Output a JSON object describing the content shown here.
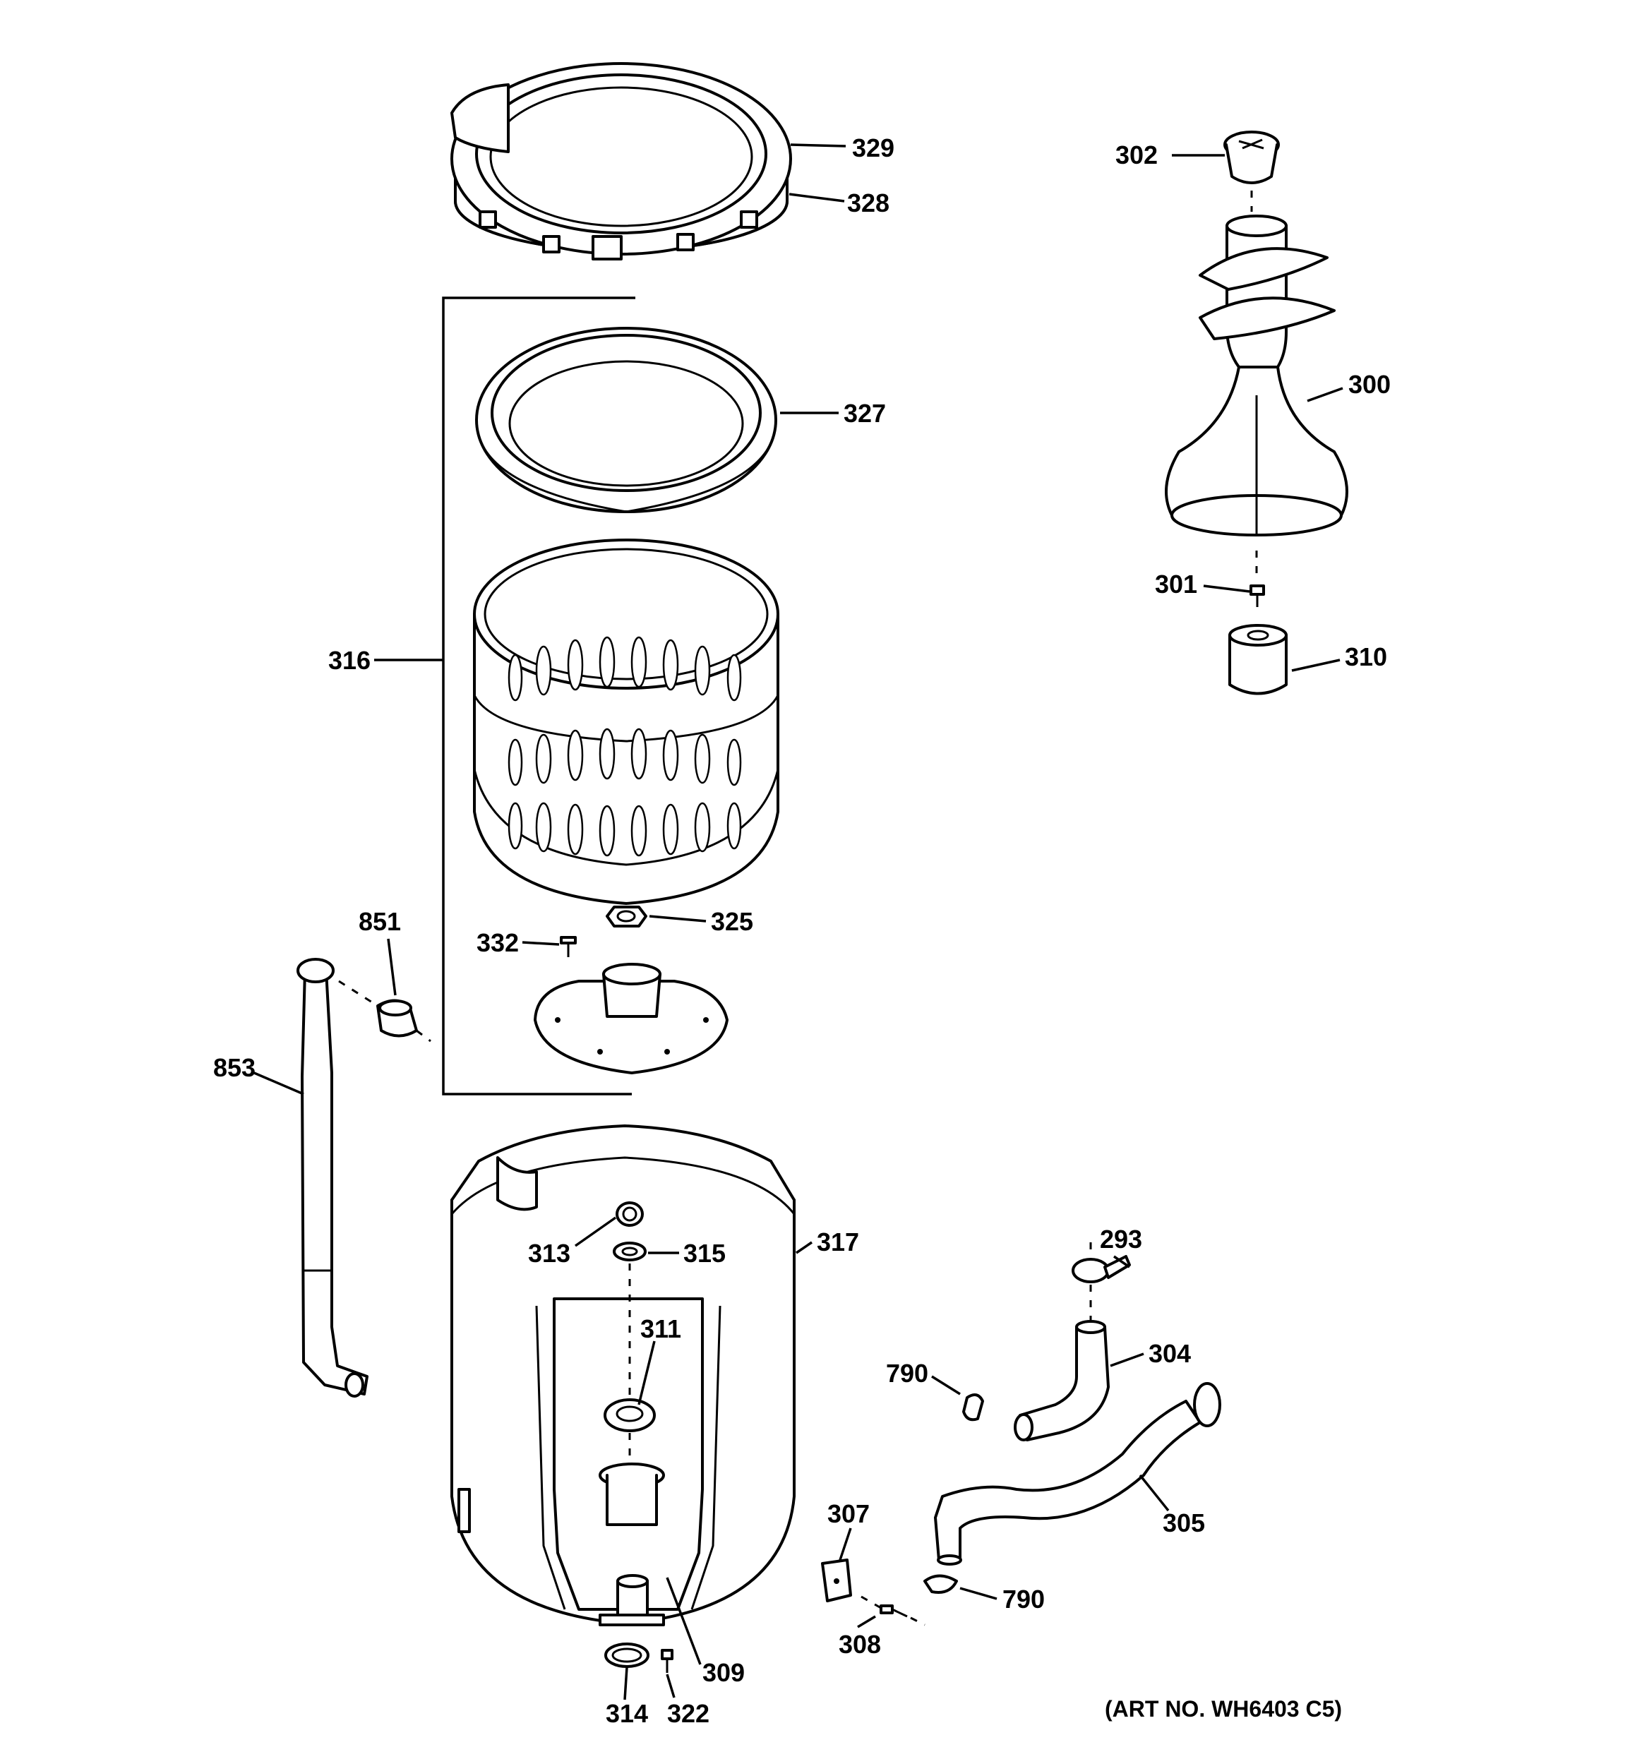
{
  "diagram": {
    "art_number": "(ART NO. WH6403 C5)",
    "callouts": [
      {
        "id": "329",
        "text": "329"
      },
      {
        "id": "328",
        "text": "328"
      },
      {
        "id": "302",
        "text": "302"
      },
      {
        "id": "300",
        "text": "300"
      },
      {
        "id": "327",
        "text": "327"
      },
      {
        "id": "316",
        "text": "316"
      },
      {
        "id": "301",
        "text": "301"
      },
      {
        "id": "310",
        "text": "310"
      },
      {
        "id": "851",
        "text": "851"
      },
      {
        "id": "325",
        "text": "325"
      },
      {
        "id": "332",
        "text": "332"
      },
      {
        "id": "853",
        "text": "853"
      },
      {
        "id": "313",
        "text": "313"
      },
      {
        "id": "315",
        "text": "315"
      },
      {
        "id": "317",
        "text": "317"
      },
      {
        "id": "293",
        "text": "293"
      },
      {
        "id": "311",
        "text": "311"
      },
      {
        "id": "304",
        "text": "304"
      },
      {
        "id": "790a",
        "text": "790"
      },
      {
        "id": "307",
        "text": "307"
      },
      {
        "id": "305",
        "text": "305"
      },
      {
        "id": "790b",
        "text": "790"
      },
      {
        "id": "308",
        "text": "308"
      },
      {
        "id": "309",
        "text": "309"
      },
      {
        "id": "314",
        "text": "314"
      },
      {
        "id": "322",
        "text": "322"
      }
    ]
  }
}
